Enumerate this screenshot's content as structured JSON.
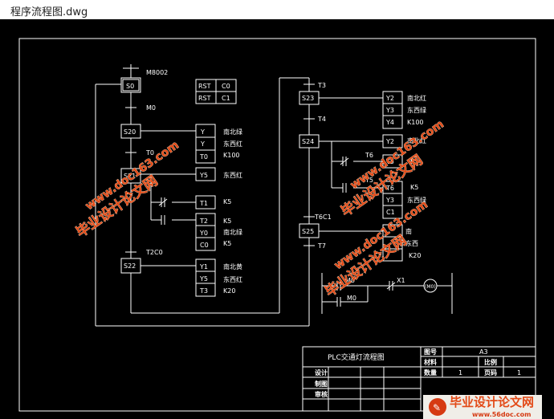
{
  "window": {
    "title": "程序流程图.dwg"
  },
  "diagram": {
    "init_condition": "M8002",
    "left": {
      "steps": [
        "S0",
        "S20",
        "S21",
        "S22"
      ],
      "transitions": [
        "M0",
        "T0",
        "T2C0"
      ],
      "rst_rows": [
        [
          "RST",
          "C0"
        ],
        [
          "RST",
          "C1"
        ]
      ],
      "s20_outputs": [
        "Y",
        "Y",
        "T0"
      ],
      "s20_labels": [
        "南北绿",
        "东西红",
        "K100"
      ],
      "s21_output": "Y5",
      "s21_label": "东西红",
      "t1": {
        "out": "T1",
        "label": "K5"
      },
      "t2_outputs": [
        "T2",
        "Y0",
        "C0"
      ],
      "t2_labels": [
        "K5",
        "南北绿",
        "K5"
      ],
      "s22_outputs": [
        "Y1",
        "Y5",
        "T3"
      ],
      "s22_labels": [
        "南北黄",
        "东西红",
        "K20"
      ]
    },
    "right": {
      "steps": [
        "S23",
        "S24",
        "S25"
      ],
      "transitions": [
        "T3",
        "T4",
        "T6C1",
        "T7"
      ],
      "s23_outputs": [
        "Y2",
        "Y3",
        "Y4"
      ],
      "s23_labels": [
        "南北红",
        "东西绿",
        "K100"
      ],
      "s24_output": "Y2",
      "s24_label": "南北红",
      "t6_contact": "T6",
      "t5_out": {
        "out": "T5",
        "label": "K5"
      },
      "t5_contact": "T5",
      "t6_outputs": [
        "T6",
        "Y3",
        "C1"
      ],
      "t6_labels": [
        "K5",
        "东西绿",
        ""
      ],
      "s25_labels": [
        "南",
        "东西",
        "K20"
      ],
      "ladder": {
        "c1": "M0",
        "c2": "X1",
        "coil": "(M0)",
        "c3": "M0"
      }
    }
  },
  "title_block": {
    "title": "PLC交通灯流程图",
    "label_drawno": "图号",
    "value_drawno": "A3",
    "label_material": "材料",
    "label_scale": "比例",
    "label_qty": "数量",
    "value_qty": "1",
    "label_pages": "页码",
    "value_pages": "1",
    "label_design": "设计",
    "label_draw": "制图",
    "label_review": "审核"
  },
  "watermarks": {
    "mark1": "毕业设计论文网",
    "mark1_url": "www.doc163.com",
    "mark2": "毕业设计论文网",
    "mark2_url": "www.doc163.com",
    "mark3": "毕业设计论文网",
    "mark3_url": "www.doc163.com",
    "logo_text": "毕业设计论文网",
    "logo_url": "www.56doc.com"
  }
}
